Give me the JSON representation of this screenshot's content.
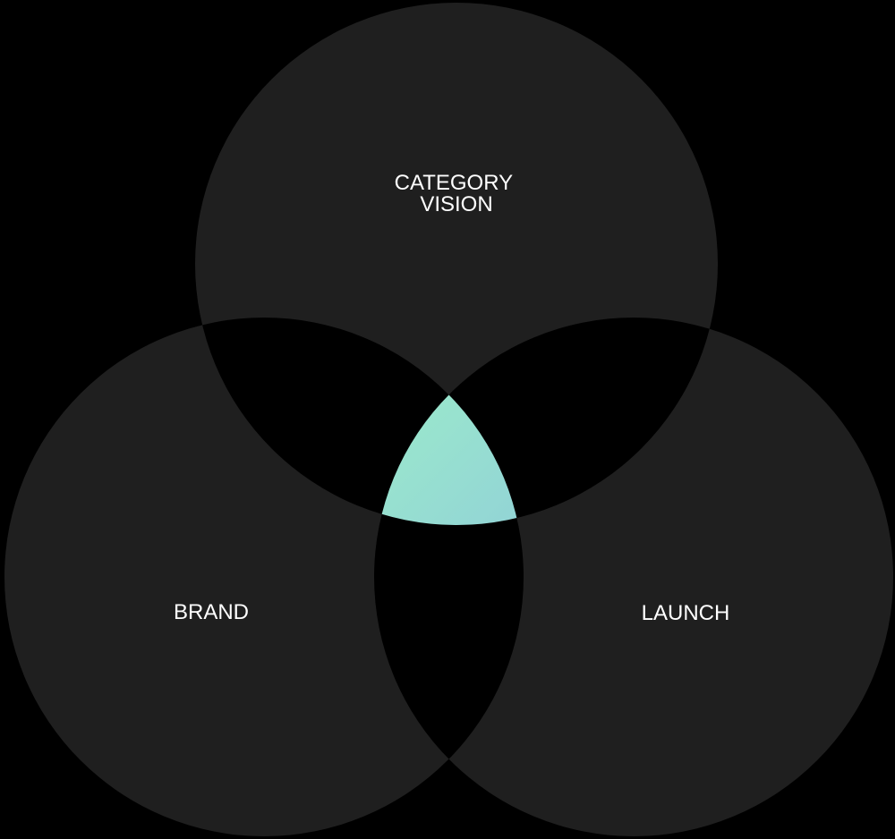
{
  "diagram": {
    "type": "venn",
    "sets": [
      {
        "id": "top",
        "label_lines": [
          "CATEGORY",
          "VISION"
        ]
      },
      {
        "id": "left",
        "label_lines": [
          "BRAND"
        ]
      },
      {
        "id": "right",
        "label_lines": [
          "LAUNCH"
        ]
      }
    ],
    "colors": {
      "background": "#000000",
      "circle_fill": "#1f1f1f",
      "pairwise_overlap": "#000000",
      "center_gradient_start": "#9ef0c8",
      "center_gradient_end": "#7b9ef0",
      "label": "#ffffff"
    }
  }
}
